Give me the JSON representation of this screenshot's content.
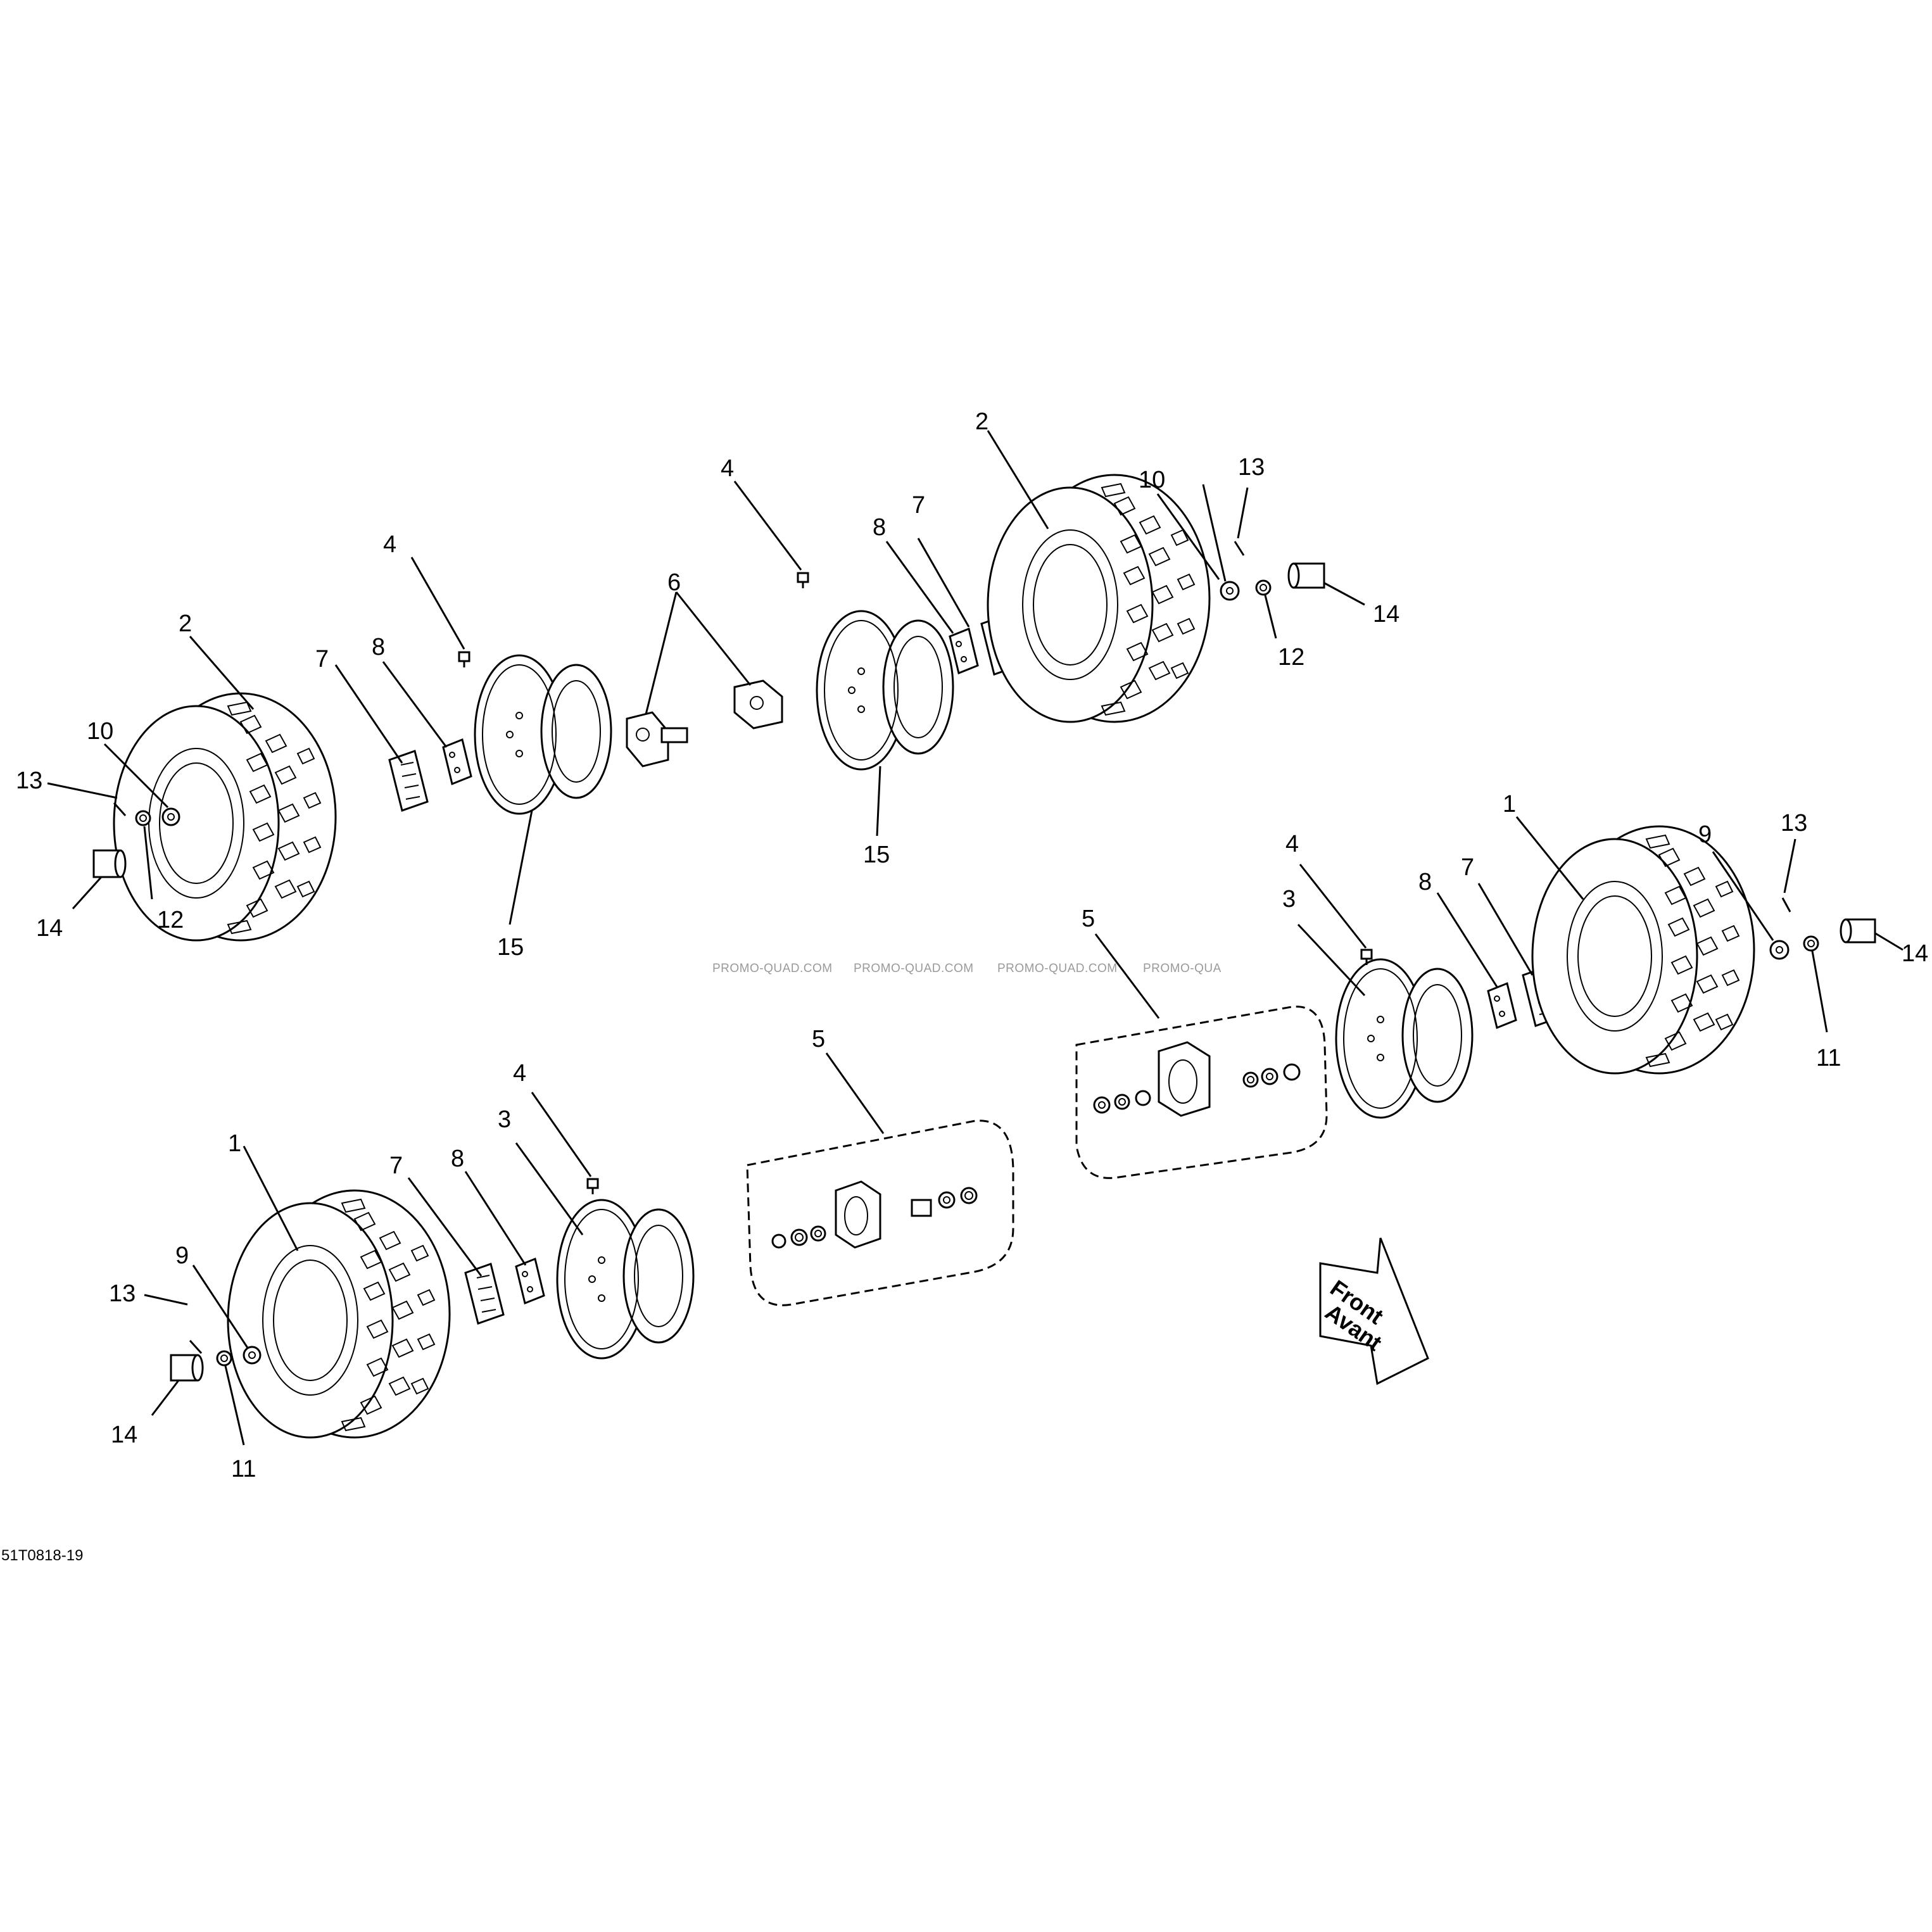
{
  "callouts": {
    "c1": "1",
    "c2": "2",
    "c3": "3",
    "c4": "4",
    "c5": "5",
    "c6": "6",
    "c7": "7",
    "c8": "8",
    "c9": "9",
    "c10": "10",
    "c11": "11",
    "c12": "12",
    "c13": "13",
    "c14": "14",
    "c15": "15"
  },
  "watermarks": [
    "PROMO-QUAD.COM",
    "PROMO-QUAD.COM",
    "PROMO-QUAD.COM",
    "PROMO-QUA"
  ],
  "direction_arrow": {
    "line1": "Front",
    "line2": "Avant"
  },
  "drawing_code": "51T0818-19"
}
